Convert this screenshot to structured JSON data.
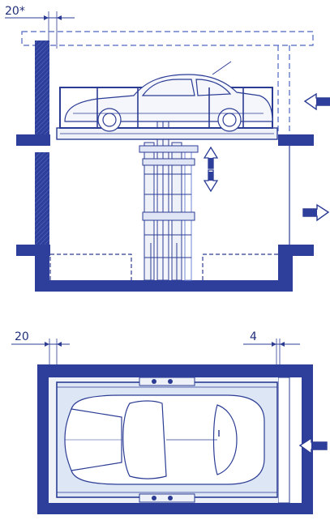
{
  "colors": {
    "wall": "#2d3f9a",
    "wall_dark": "#23348a",
    "line": "#2b3c94",
    "pit_fill": "#dde6f4",
    "platform_fill": "#eef2f8",
    "dash": "#4e66c2",
    "background": "#ffffff"
  },
  "section_view": {
    "dimension_label": "20*",
    "arrows": [
      "arrow-in-left",
      "arrow-up",
      "arrow-down",
      "arrow-out-right"
    ]
  },
  "plan_view": {
    "dimension_left_label": "20",
    "dimension_right_label": "4",
    "arrows": [
      "arrow-in-left"
    ]
  }
}
